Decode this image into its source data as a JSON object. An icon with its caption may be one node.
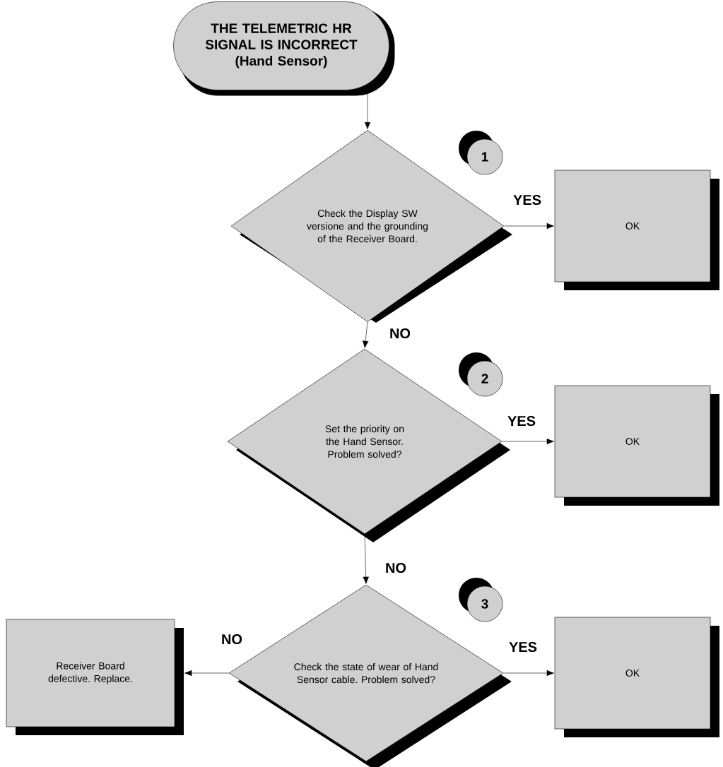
{
  "diagram": {
    "nodes": [
      {
        "text": [
          "THE TELEMETRIC HR SIGNAL IS INCORRECT",
          "(Hand Sensor)"
        ]
      },
      {
        "text": [
          "1"
        ]
      },
      {
        "text": [
          "Check the Display SW versione and the grounding of the Receiver Board."
        ]
      },
      {
        "text": [
          "OK"
        ]
      },
      {
        "text": [
          "2"
        ]
      },
      {
        "text": [
          "Set the priority on the Hand Sensor. Problem solved?"
        ]
      },
      {
        "text": [
          "OK"
        ]
      },
      {
        "text": [
          "3"
        ]
      },
      {
        "text": [
          "Receiver Board defective. Replace."
        ]
      },
      {
        "text": [
          "Check the state of wear of Hand Sensor cable. Problem solved?"
        ]
      },
      {
        "text": [
          "OK"
        ]
      }
    ],
    "edges": [
      {
        "from": 0,
        "to": 2,
        "arrow": "to"
      },
      {
        "from": 2,
        "to": 3,
        "arrow": "to",
        "label": "YES"
      },
      {
        "from": 2,
        "to": 5,
        "arrow": "to",
        "label": "NO"
      },
      {
        "from": 5,
        "to": 6,
        "arrow": "to",
        "label": "YES"
      },
      {
        "from": 5,
        "to": 9,
        "arrow": "to",
        "label": "NO"
      },
      {
        "from": 9,
        "to": 10,
        "arrow": "to",
        "label": "YES"
      },
      {
        "from": 9,
        "to": 8,
        "arrow": "to",
        "label": "NO"
      }
    ]
  }
}
